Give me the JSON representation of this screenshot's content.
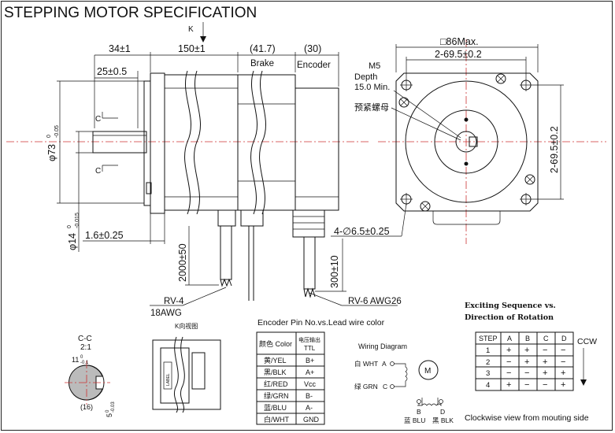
{
  "title": "STEPPING MOTOR SPECIFICATION",
  "side_view": {
    "k_label": "K",
    "dim_flange": "34±1",
    "dim_body": "150±1",
    "dim_brake": "(41.7)",
    "dim_encoder": "(30)",
    "label_brake": "Brake",
    "label_encoder": "Encoder",
    "dim_key": "25±0.5",
    "c_upper": "C",
    "c_lower": "C",
    "dim_pilot": "φ73",
    "dim_pilot_tol_upper": "0",
    "dim_pilot_tol_lower": "-0.05",
    "dim_shaft": "φ14",
    "dim_shaft_tol_upper": "0",
    "dim_shaft_tol_lower": "-0.015",
    "dim_flange_thk": "1.6±0.25",
    "dim_lead_motor": "2000±50",
    "dim_lead_encoder": "300±10",
    "wire_motor": "RV-4",
    "wire_motor_awg": "18AWG",
    "wire_encoder": "RV-6 AWG26"
  },
  "front_view": {
    "dim_square": "□86Max.",
    "dim_hole_h": "2-69.5±0.2",
    "dim_hole_v": "2-69.5±0.2",
    "screw": "M5",
    "depth": "Depth",
    "depth_value": "15.0 Min.",
    "set_screw_cn": "预紧螺母",
    "holes": "4-∅6.5±0.25"
  },
  "section": {
    "title": "C-C",
    "scale": "2:1",
    "dim_key_h": "11",
    "dim_key_h_tol_upper": "0",
    "dim_key_h_tol_lower": "-0.1",
    "dim_16": "(16)",
    "dim_key_w": "5",
    "dim_key_w_tol_upper": "0",
    "dim_key_w_tol_lower": "-0.03"
  },
  "k_view": {
    "title": "K向视图",
    "label": "LABEL"
  },
  "encoder_table": {
    "title": "Encoder Pin No.vs.Lead wire color",
    "header_color": "颜色 Color",
    "header_ttl_cn": "电压输出",
    "header_ttl": "TTL",
    "rows": [
      {
        "color": "黄/YEL",
        "signal": "B+"
      },
      {
        "color": "黑/BLK",
        "signal": "A+"
      },
      {
        "color": "红/RED",
        "signal": "Vcc"
      },
      {
        "color": "绿/GRN",
        "signal": "B-"
      },
      {
        "color": "蓝/BLU",
        "signal": "A-"
      },
      {
        "color": "白/WHT",
        "signal": "GND"
      }
    ]
  },
  "wiring": {
    "title": "Wiring Diagram",
    "wht": "白 WHT",
    "a": "A",
    "grn": "绿 GRN",
    "c": "C",
    "motor": "M",
    "b": "B",
    "d": "D",
    "blu": "蓝 BLU",
    "blk": "黑 BLK"
  },
  "sequence": {
    "title1": "Exciting Sequence vs.",
    "title2": "Direction of Rotation",
    "headers": [
      "STEP",
      "A",
      "B",
      "C",
      "D"
    ],
    "rows": [
      [
        "1",
        "+",
        "+",
        "−",
        "−"
      ],
      [
        "2",
        "−",
        "+",
        "+",
        "−"
      ],
      [
        "3",
        "−",
        "−",
        "+",
        "+"
      ],
      [
        "4",
        "+",
        "−",
        "−",
        "+"
      ]
    ],
    "ccw": "CCW",
    "footer": "Clockwise view from mouting side"
  }
}
